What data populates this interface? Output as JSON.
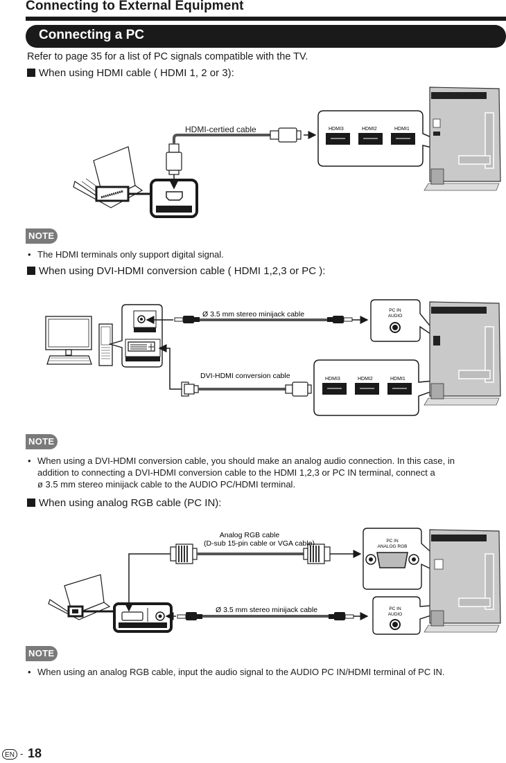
{
  "header": {
    "chapter_title": "Connecting to External Equipment",
    "section_title": "Connecting a PC"
  },
  "intro": "Refer to page 35 for a list of PC signals compatible with the TV.",
  "sections": [
    {
      "heading": "When using HDMI cable ( HDMI 1, 2 or 3):",
      "diagram": {
        "cable_label": "HDMI-certied cable",
        "ports": [
          "HDMI3",
          "HDMI2",
          "HDMI1"
        ]
      },
      "note_label": "NOTE",
      "notes": [
        "The HDMI terminals only support digital signal."
      ]
    },
    {
      "heading": "When using DVI-HDMI conversion cable ( HDMI 1,2,3 or PC ):",
      "diagram": {
        "audio_cable_label": "Ø 3.5 mm stereo minijack cable",
        "video_cable_label": "DVI-HDMI conversion cable",
        "audio_port_label_line1": "PC IN",
        "audio_port_label_line2": "AUDIO",
        "ports": [
          "HDMI3",
          "HDMI2",
          "HDMI1"
        ]
      },
      "note_label": "NOTE",
      "notes": [
        "When using a DVI-HDMI conversion cable, you should make an analog audio connection. In this case, in addition to connecting a DVI-HDMI conversion cable to the HDMI 1,2,3 or PC IN terminal, connect a ø 3.5 mm stereo minijack cable to the AUDIO PC/HDMI terminal."
      ],
      "note_lines": [
        "When using a DVI-HDMI conversion cable, you should make an analog audio connection. In this case, in",
        "addition to connecting a DVI-HDMI conversion cable to the HDMI 1,2,3 or PC IN terminal, connect a",
        "ø 3.5 mm stereo minijack cable to the AUDIO PC/HDMI terminal."
      ]
    },
    {
      "heading": "When using analog RGB cable (PC IN):",
      "diagram": {
        "rgb_cable_label_line1": "Analog RGB cable",
        "rgb_cable_label_line2": "(D-sub 15-pin cable or VGA cable)",
        "audio_cable_label": "Ø 3.5 mm stereo minijack cable",
        "rgb_port_label_line1": "PC IN",
        "rgb_port_label_line2": "ANALOG RGB",
        "audio_port_label_line1": "PC IN",
        "audio_port_label_line2": "AUDIO"
      },
      "note_label": "NOTE",
      "notes": [
        "When using an analog RGB cable, input the audio signal to the AUDIO PC IN/HDMI terminal of PC IN."
      ]
    }
  ],
  "footer": {
    "language_badge": "EN",
    "separator": "-",
    "page_number": "18"
  }
}
